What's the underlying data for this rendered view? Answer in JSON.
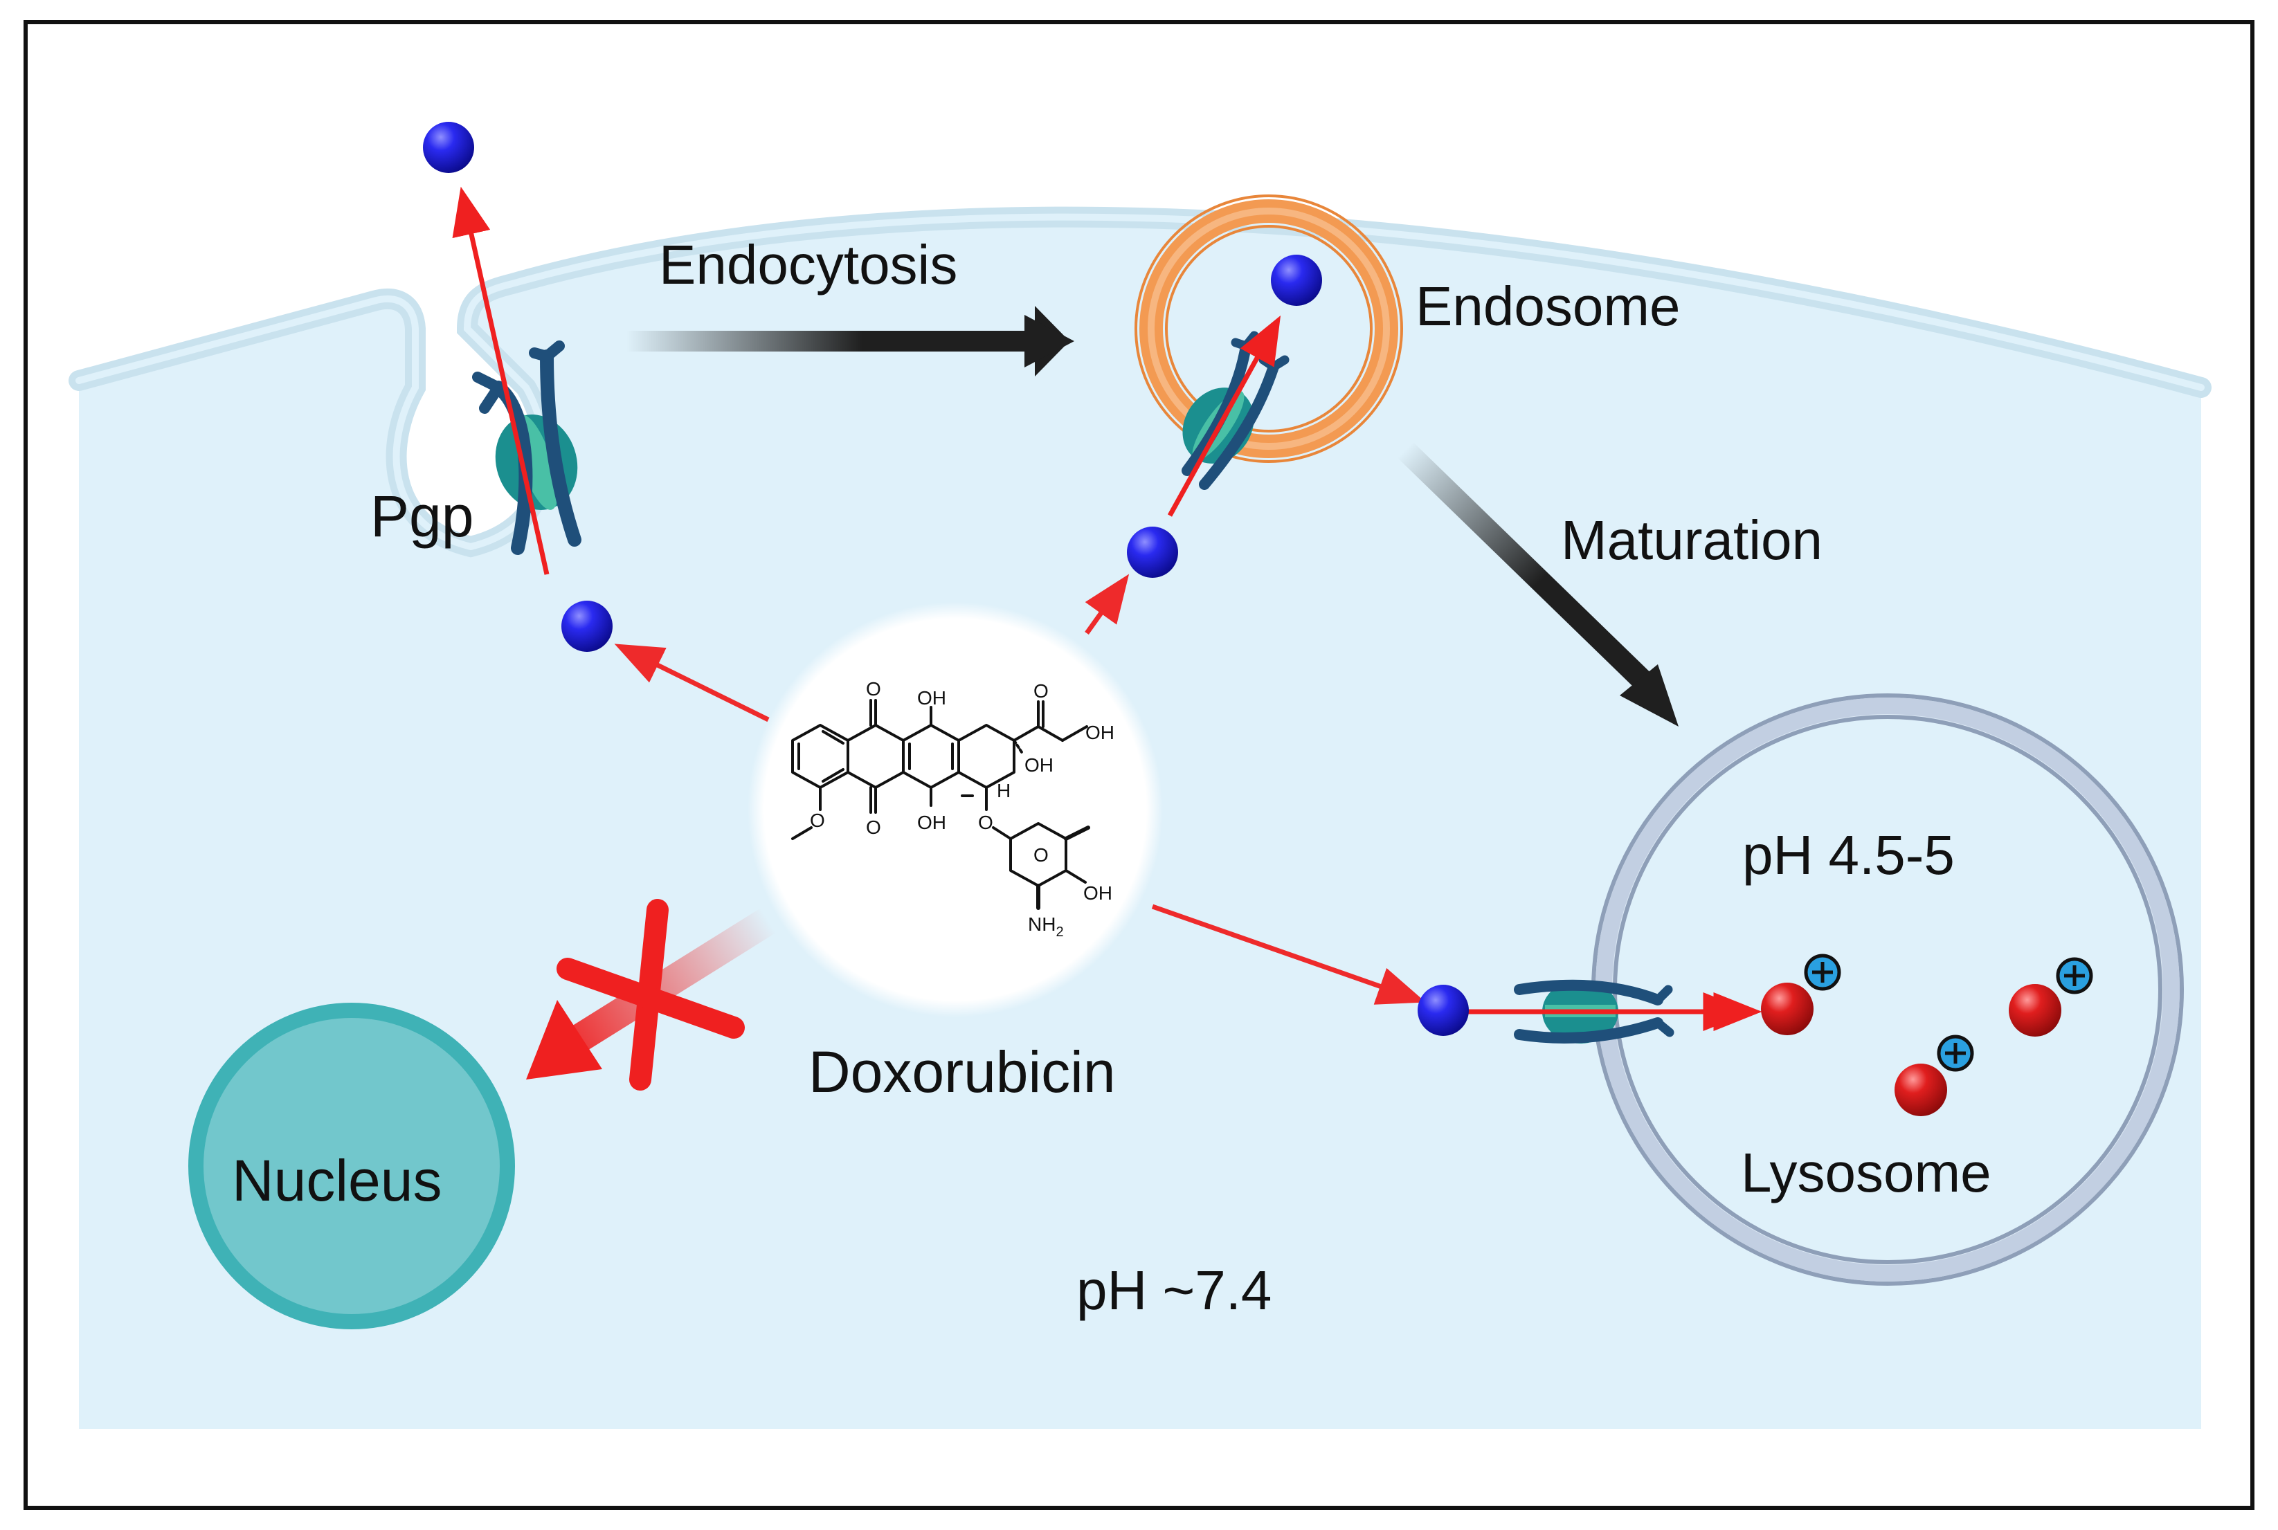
{
  "labels": {
    "endocytosis": "Endocytosis",
    "endosome": "Endosome",
    "maturation": "Maturation",
    "pgp": "Pgp",
    "doxorubicin": "Doxorubicin",
    "nucleus": "Nucleus",
    "lysosome_ph": "pH 4.5-5",
    "lysosome": "Lysosome",
    "cytosol_ph": "pH ~7.4"
  },
  "structure": {
    "oh_top": "OH",
    "oh_bottom": "OH",
    "oh_side": "OH",
    "oh_ring": "OH",
    "oh_sugar": "OH",
    "h": "H",
    "nh2": "NH",
    "nh2_sub": "2"
  },
  "colors": {
    "cytoplasm": "#dff1fa",
    "membrane": "#c9e2ee",
    "drug_neutral": "#1515d8",
    "drug_protonated": "#d01818",
    "arrow_red": "#ef2020",
    "arrow_dark": "#1f1f1f",
    "endosome_orange": "#f0984f",
    "lysosome_ring": "#a9b8cf",
    "nucleus_teal": "#56c1c7",
    "transporter_navy": "#1f4f7a",
    "transporter_teal": "#1b8f8f"
  }
}
